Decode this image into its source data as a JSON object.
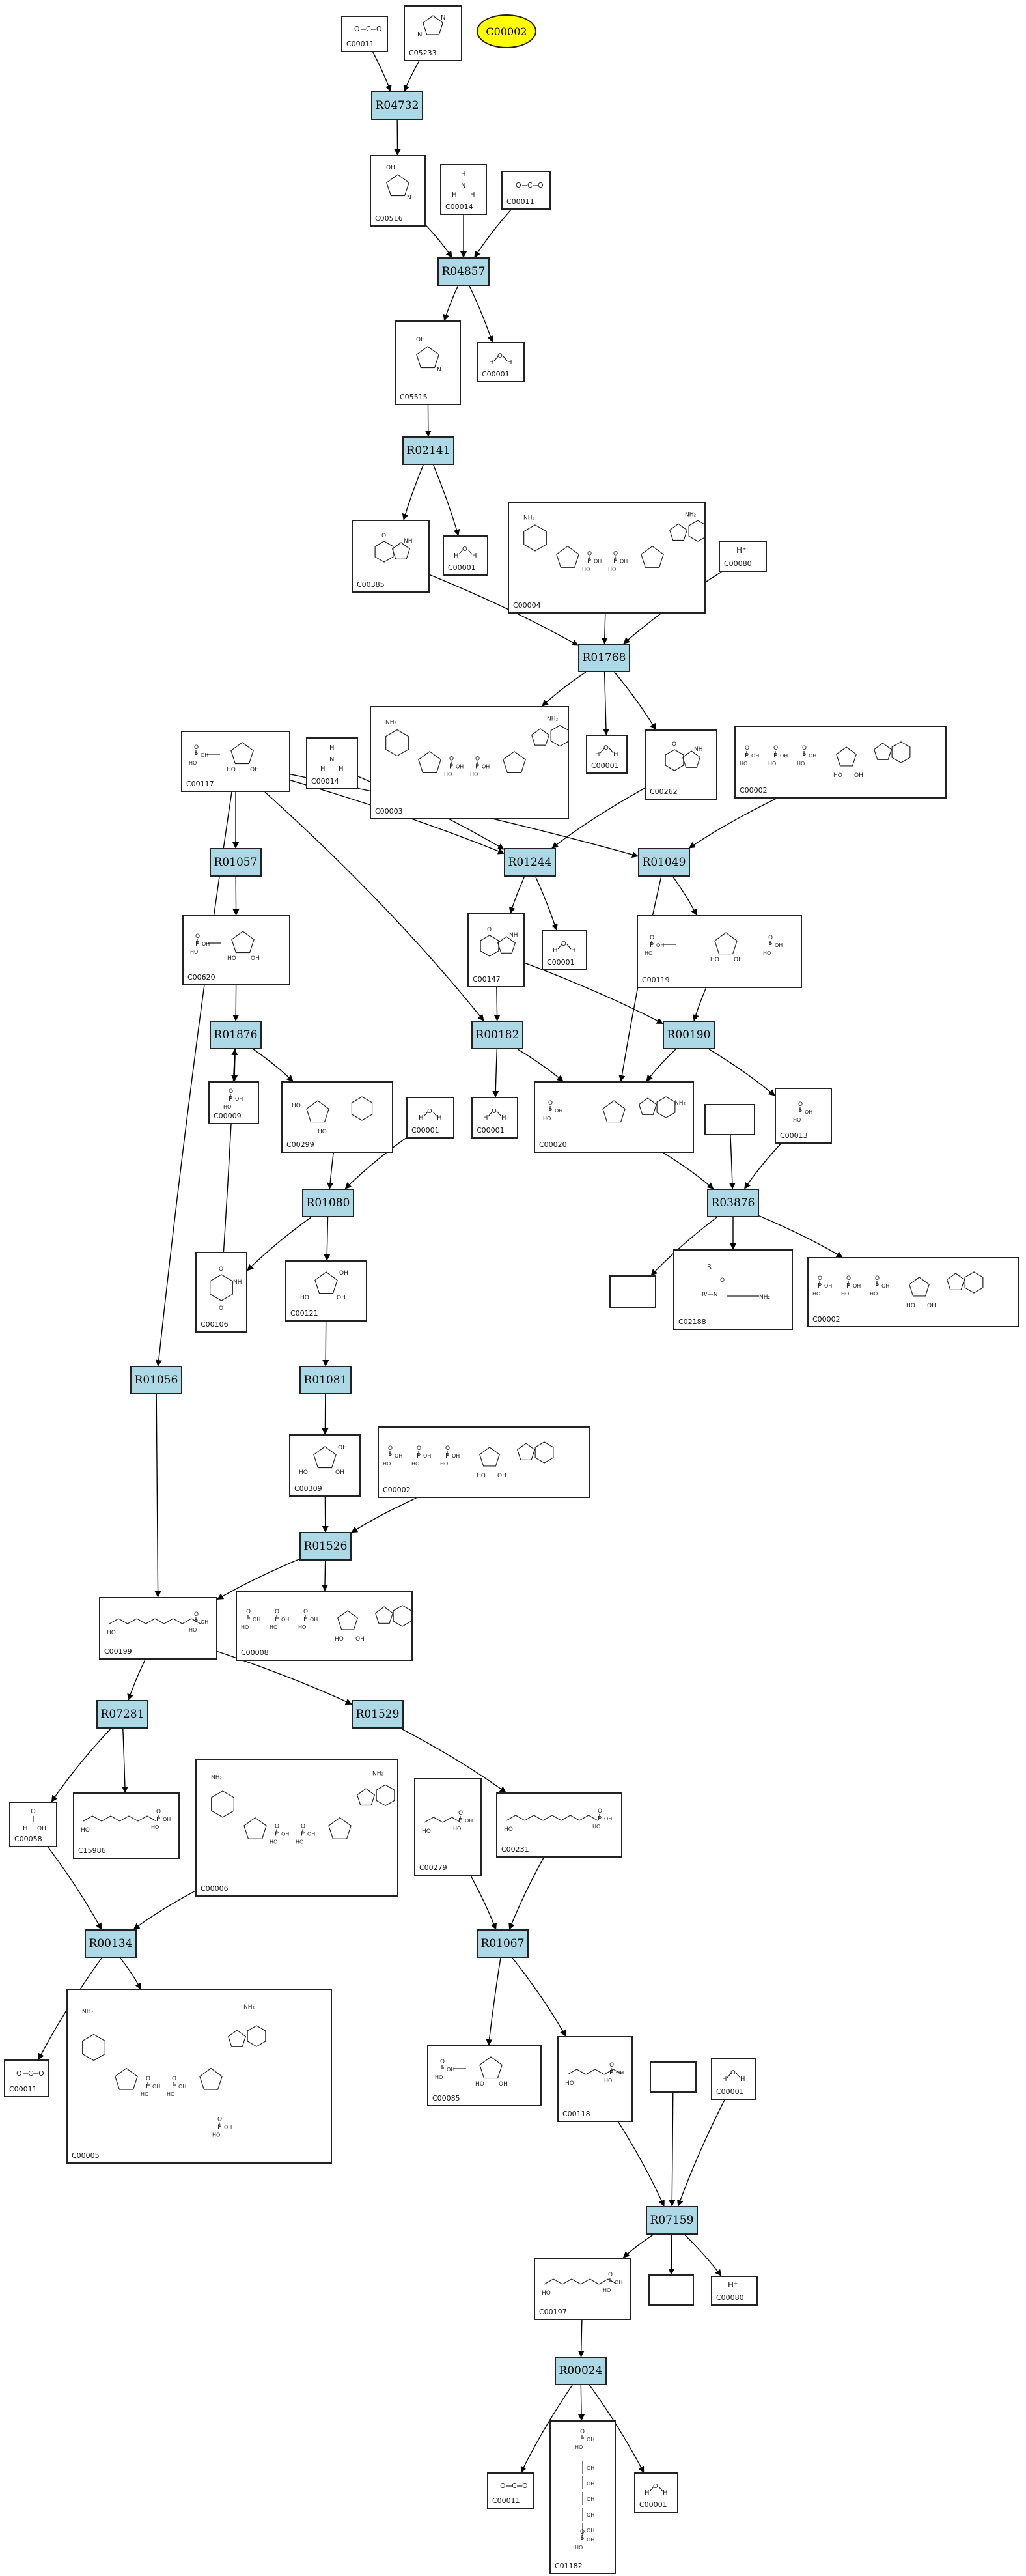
{
  "start_node": "C00002",
  "reactions": [
    "R04732",
    "R04857",
    "R02141",
    "R01768",
    "R01057",
    "R01244",
    "R01049",
    "R01876",
    "R00182",
    "R00190",
    "R01080",
    "R03876",
    "R01056",
    "R01081",
    "R01526",
    "R07281",
    "R01529",
    "R00134",
    "R01067",
    "R07159",
    "R00024"
  ],
  "compounds": [
    {
      "id": "c1",
      "label": "C00011",
      "struct": "co2"
    },
    {
      "id": "c2",
      "label": "C05233",
      "struct": "imidazole"
    },
    {
      "id": "c3",
      "label": "C00516",
      "struct": "ring5"
    },
    {
      "id": "c4",
      "label": "C00014",
      "struct": "nh3"
    },
    {
      "id": "c5",
      "label": "C00011",
      "struct": "co2"
    },
    {
      "id": "c6",
      "label": "C05515",
      "struct": "ring5"
    },
    {
      "id": "c7",
      "label": "C00001",
      "struct": "h2o"
    },
    {
      "id": "c8",
      "label": "C00385",
      "struct": "purine"
    },
    {
      "id": "c9",
      "label": "C00001",
      "struct": "h2o"
    },
    {
      "id": "c10",
      "label": "C00004",
      "struct": "nad"
    },
    {
      "id": "c11",
      "label": "C00080",
      "struct": "hplus"
    },
    {
      "id": "c12",
      "label": "C00117",
      "struct": "sugarp"
    },
    {
      "id": "c13",
      "label": "C00014",
      "struct": "nh3"
    },
    {
      "id": "c14",
      "label": "C00003",
      "struct": "nad"
    },
    {
      "id": "c15",
      "label": "C00001",
      "struct": "h2o"
    },
    {
      "id": "c16",
      "label": "C00262",
      "struct": "purine"
    },
    {
      "id": "c17",
      "label": "C00002",
      "struct": "atp"
    },
    {
      "id": "c18",
      "label": "C00620",
      "struct": "sugarp"
    },
    {
      "id": "c19",
      "label": "C00147",
      "struct": "purine"
    },
    {
      "id": "c20",
      "label": "C00001",
      "struct": "h2o"
    },
    {
      "id": "c21",
      "label": "C00119",
      "struct": "sugarp"
    },
    {
      "id": "c22",
      "label": "C00009",
      "struct": "phosphate"
    },
    {
      "id": "c23",
      "label": "C00299",
      "struct": "nucleoside"
    },
    {
      "id": "c24",
      "label": "C00001",
      "struct": "h2o"
    },
    {
      "id": "c25",
      "label": "C00001",
      "struct": "h2o"
    },
    {
      "id": "c26",
      "label": "C00020",
      "struct": "nucleotide"
    },
    {
      "id": "c27",
      "label": "C00013",
      "struct": "phosphate"
    },
    {
      "id": "c28",
      "label": "",
      "struct": "empty"
    },
    {
      "id": "c29",
      "label": "C00106",
      "struct": "ring6"
    },
    {
      "id": "c30",
      "label": "C00121",
      "struct": "sugar"
    },
    {
      "id": "c31",
      "label": "",
      "struct": "empty"
    },
    {
      "id": "c32",
      "label": "C02188",
      "struct": "peptide"
    },
    {
      "id": "c33",
      "label": "C00002",
      "struct": "atp"
    },
    {
      "id": "c34",
      "label": "C00309",
      "struct": "sugar"
    },
    {
      "id": "c35",
      "label": "C00002",
      "struct": "atp"
    },
    {
      "id": "c36",
      "label": "C00199",
      "struct": "chainp"
    },
    {
      "id": "c37",
      "label": "C00008",
      "struct": "atp"
    },
    {
      "id": "c38",
      "label": "C00058",
      "struct": "formate"
    },
    {
      "id": "c39",
      "label": "C15986",
      "struct": "chainp"
    },
    {
      "id": "c40",
      "label": "C00006",
      "struct": "nad"
    },
    {
      "id": "c41",
      "label": "C00279",
      "struct": "chainp"
    },
    {
      "id": "c42",
      "label": "C00231",
      "struct": "chainp"
    },
    {
      "id": "c43",
      "label": "C00011",
      "struct": "co2"
    },
    {
      "id": "c44",
      "label": "C00005",
      "struct": "nad"
    },
    {
      "id": "c45",
      "label": "C00085",
      "struct": "sugarp"
    },
    {
      "id": "c46",
      "label": "C00118",
      "struct": "chainp"
    },
    {
      "id": "c47",
      "label": "",
      "struct": "empty"
    },
    {
      "id": "c48",
      "label": "C00001",
      "struct": "h2o"
    },
    {
      "id": "c49",
      "label": "C00197",
      "struct": "chainp"
    },
    {
      "id": "c50",
      "label": "",
      "struct": "empty"
    },
    {
      "id": "c51",
      "label": "C00080",
      "struct": "hplus"
    },
    {
      "id": "c52",
      "label": "C00011",
      "struct": "co2"
    },
    {
      "id": "c53",
      "label": "C01182",
      "struct": "bisphos"
    },
    {
      "id": "c54",
      "label": "C00001",
      "struct": "h2o"
    }
  ],
  "edges": [
    [
      "c1",
      "R04732"
    ],
    [
      "c2",
      "R04732"
    ],
    [
      "R04732",
      "c3"
    ],
    [
      "c3",
      "R04857"
    ],
    [
      "c4",
      "R04857"
    ],
    [
      "c5",
      "R04857"
    ],
    [
      "R04857",
      "c6"
    ],
    [
      "R04857",
      "c7"
    ],
    [
      "c6",
      "R02141"
    ],
    [
      "R02141",
      "c8"
    ],
    [
      "R02141",
      "c9"
    ],
    [
      "c8",
      "R01768"
    ],
    [
      "c10",
      "R01768"
    ],
    [
      "c11",
      "R01768"
    ],
    [
      "R01768",
      "c14"
    ],
    [
      "R01768",
      "c15"
    ],
    [
      "R01768",
      "c16"
    ],
    [
      "c12",
      "R01057"
    ],
    [
      "c12",
      "R01056"
    ],
    [
      "c12",
      "R01244"
    ],
    [
      "c12",
      "R01049"
    ],
    [
      "c12",
      "R00182"
    ],
    [
      "c13",
      "R01244"
    ],
    [
      "c16",
      "R01244"
    ],
    [
      "c17",
      "R01049"
    ],
    [
      "R01057",
      "c18"
    ],
    [
      "R01244",
      "c19"
    ],
    [
      "R01244",
      "c20"
    ],
    [
      "R01049",
      "c21"
    ],
    [
      "R01049",
      "c26"
    ],
    [
      "c18",
      "R01876"
    ],
    [
      "R01876",
      "c22"
    ],
    [
      "R01876",
      "c23"
    ],
    [
      "c29",
      "R01876"
    ],
    [
      "c19",
      "R00182"
    ],
    [
      "c19",
      "R00190"
    ],
    [
      "c21",
      "R00190"
    ],
    [
      "R00182",
      "c25"
    ],
    [
      "R00182",
      "c26"
    ],
    [
      "R00190",
      "c26"
    ],
    [
      "R00190",
      "c27"
    ],
    [
      "c23",
      "R01080"
    ],
    [
      "c24",
      "R01080"
    ],
    [
      "R01080",
      "c29"
    ],
    [
      "R01080",
      "c30"
    ],
    [
      "c26",
      "R03876"
    ],
    [
      "c27",
      "R03876"
    ],
    [
      "c28",
      "R03876"
    ],
    [
      "R03876",
      "c31"
    ],
    [
      "R03876",
      "c32"
    ],
    [
      "R03876",
      "c33"
    ],
    [
      "c30",
      "R01081"
    ],
    [
      "R01081",
      "c34"
    ],
    [
      "c34",
      "R01526"
    ],
    [
      "c35",
      "R01526"
    ],
    [
      "R01526",
      "c36"
    ],
    [
      "R01526",
      "c37"
    ],
    [
      "R01056",
      "c36"
    ],
    [
      "c36",
      "R07281"
    ],
    [
      "c36",
      "R01529"
    ],
    [
      "R07281",
      "c38"
    ],
    [
      "R07281",
      "c39"
    ],
    [
      "c38",
      "R00134"
    ],
    [
      "c40",
      "R00134"
    ],
    [
      "R00134",
      "c43"
    ],
    [
      "R00134",
      "c44"
    ],
    [
      "R01529",
      "c42"
    ],
    [
      "c41",
      "R01067"
    ],
    [
      "c42",
      "R01067"
    ],
    [
      "R01067",
      "c45"
    ],
    [
      "R01067",
      "c46"
    ],
    [
      "c46",
      "R07159"
    ],
    [
      "c47",
      "R07159"
    ],
    [
      "c48",
      "R07159"
    ],
    [
      "R07159",
      "c49"
    ],
    [
      "R07159",
      "c50"
    ],
    [
      "R07159",
      "c51"
    ],
    [
      "c49",
      "R00024"
    ],
    [
      "R00024",
      "c52"
    ],
    [
      "R00024",
      "c53"
    ],
    [
      "R00024",
      "c54"
    ]
  ]
}
